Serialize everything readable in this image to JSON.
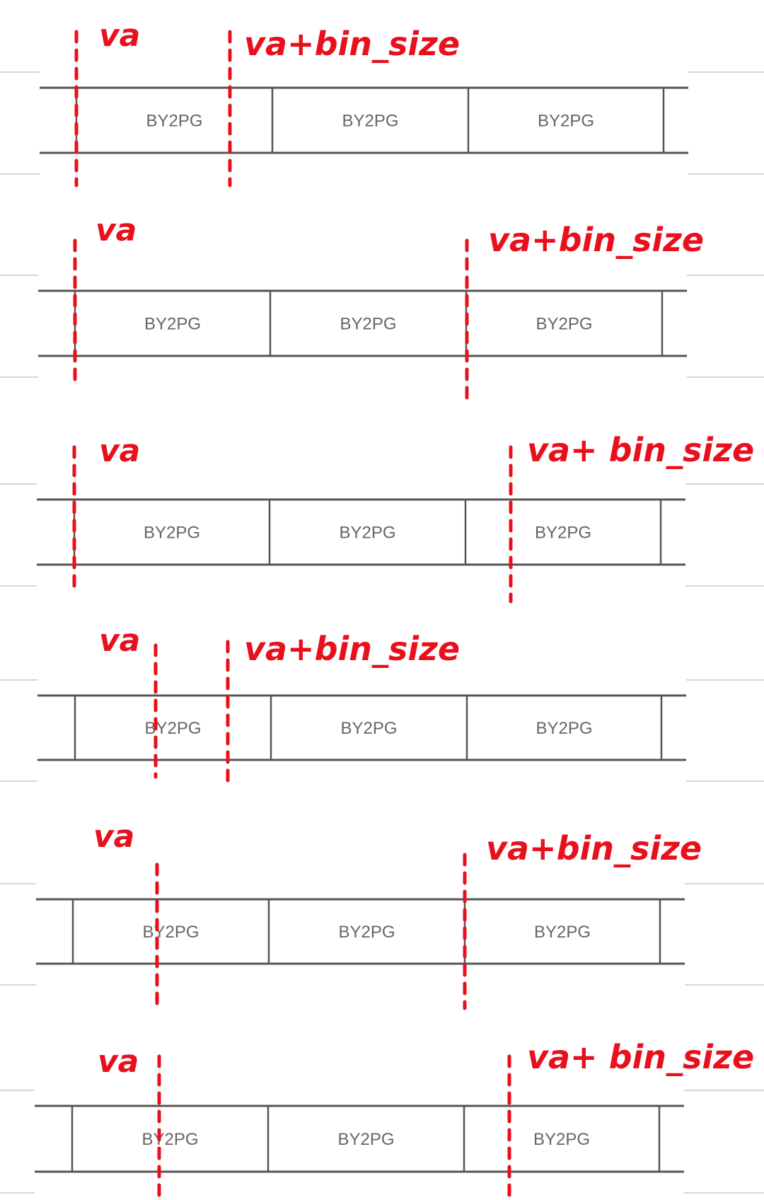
{
  "page_size": {
    "width": 1080,
    "height": 1696
  },
  "cell_label": "BY2PG",
  "colors": {
    "annotation": "#e8101c",
    "frame": "#555555",
    "guide": "#c8c8c8",
    "cell_text": "#666666"
  },
  "diagram": {
    "rows": [
      {
        "start_label": "va",
        "end_label": "va+bin_size"
      },
      {
        "start_label": "va",
        "end_label": "va+bin_size"
      },
      {
        "start_label": "va",
        "end_label": "va+ bin_size ."
      },
      {
        "start_label": "va",
        "end_label": "va+bin_size"
      },
      {
        "start_label": "va",
        "end_label": "va+bin_size"
      },
      {
        "start_label": "va",
        "end_label": "va+ bin_size ."
      }
    ]
  }
}
